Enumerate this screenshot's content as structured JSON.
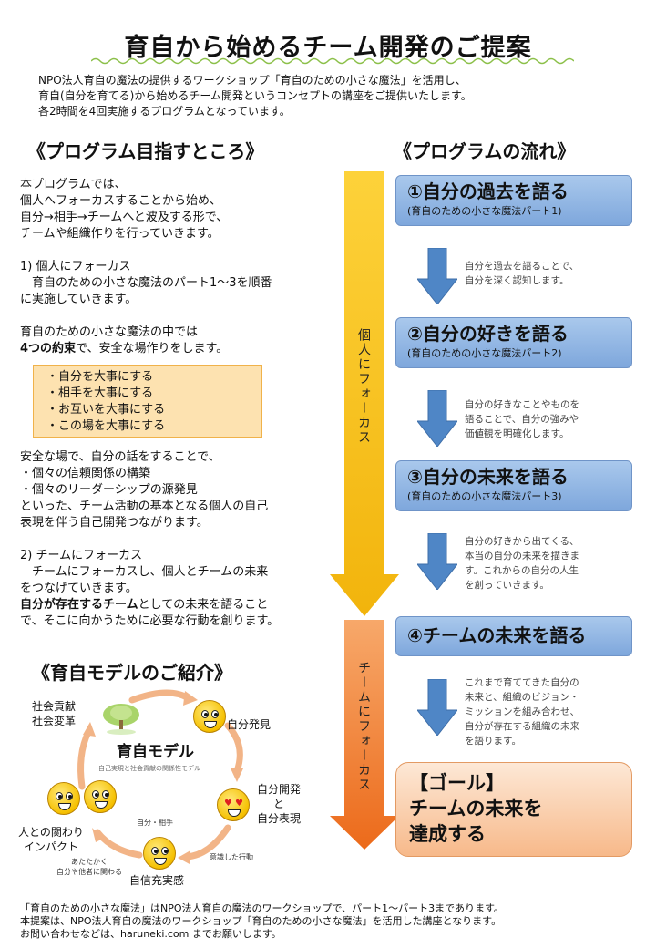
{
  "title": "育自から始めるチーム開発のご提案",
  "intro": [
    "NPO法人育自の魔法の提供するワークショップ「育自のための小さな魔法」を活用し、",
    "育自(自分を育てる)から始めるチーム開発というコンセプトの講座をご提供いたします。",
    "各2時間を4回実施するプログラムとなっています。"
  ],
  "headings": {
    "goal": "《プログラム目指すところ》",
    "flow": "《プログラムの流れ》",
    "model": "《育自モデルのご紹介》"
  },
  "left": {
    "p1": [
      "本プログラムでは、",
      "個人へフォーカスすることから始め、",
      "自分→相手→チームへと波及する形で、",
      "チームや組織作りを行っていきます。"
    ],
    "p2": [
      "1) 個人にフォーカス",
      "　育自のための小さな魔法のパート1～3を順番",
      "に実施していきます。"
    ],
    "p3_line1": "育自のための小さな魔法の中では",
    "p3_bold": "4つの約束",
    "p3_rest": "で、安全な場作りをします。",
    "promises": [
      "・自分を大事にする",
      "・相手を大事にする",
      "・お互いを大事にする",
      "・この場を大事にする"
    ],
    "p4": [
      "安全な場で、自分の話をすることで、",
      "・個々の信頼関係の構築",
      "・個々のリーダーシップの源発見",
      "といった、チーム活動の基本となる個人の自己",
      "表現を伴う自己開発つながります。"
    ],
    "p5": [
      "2) チームにフォーカス",
      "　チームにフォーカスし、個人とチームの未来",
      "をつなげていきます。"
    ],
    "p5_bold": "自分が存在するチーム",
    "p5_rest": "としての未来を語ること",
    "p5_last": "で、そこに向かうために必要な行動を創ります。"
  },
  "vertical": {
    "personal": "個人にフォーカス",
    "team": "チームにフォーカス"
  },
  "steps": [
    {
      "main": "①自分の過去を語る",
      "sub": "(育自のための小さな魔法パート1)"
    },
    {
      "main": "②自分の好きを語る",
      "sub": "(育自のための小さな魔法パート2)"
    },
    {
      "main": "③自分の未来を語る",
      "sub": "(育自のための小さな魔法パート3)"
    },
    {
      "main": "④チームの未来を語る",
      "sub": ""
    }
  ],
  "notes": [
    [
      "自分を過去を語ることで、",
      "自分を深く認知します。"
    ],
    [
      "自分の好きなことやものを",
      "語ることで、自分の強みや",
      "価値観を明確化します。"
    ],
    [
      "自分の好きから出てくる、",
      "本当の自分の未来を描きま",
      "す。これからの自分の人生",
      "を創っていきます。"
    ],
    [
      "これまで育ててきた自分の",
      "未来と、組織のビジョン・",
      "ミッションを組み合わせ、",
      "自分が存在する組織の未来",
      "を語ります。"
    ]
  ],
  "goal": [
    "【ゴール】",
    "チームの未来を",
    "達成する"
  ],
  "model": {
    "title": "育自モデル",
    "subtitle": "自己実現と社会貢献の関係性モデル",
    "social": [
      "社会貢献",
      "社会変革"
    ],
    "discovery": "自分発見",
    "development": [
      "自分開発",
      "と",
      "自分表現"
    ],
    "fulfillment": "自信充実感",
    "relations": [
      "人との関わり",
      "インパクト"
    ],
    "self_other": "自分・相手",
    "conscious_action": "意識した行動",
    "warm": [
      "あたたかく",
      "自分や他者に関わる"
    ]
  },
  "footer": [
    "「育自のための小さな魔法」はNPO法人育自の魔法のワークショップで、パート1～パート3まであります。",
    "本提案は、NPO法人育自の魔法のワークショップ「育自のための小さな魔法」を活用した講座となります。",
    "お問い合わせなどは、haruneki.com までお願いします。"
  ],
  "colors": {
    "arrow_yellow": "#f6c21a",
    "arrow_orange": "#ef7a22",
    "step_blue": "#8fb4e2",
    "down_arrow_blue": "#4f86c6",
    "promise_box": "#fde2b0",
    "goal_box": "#f7b98a"
  }
}
